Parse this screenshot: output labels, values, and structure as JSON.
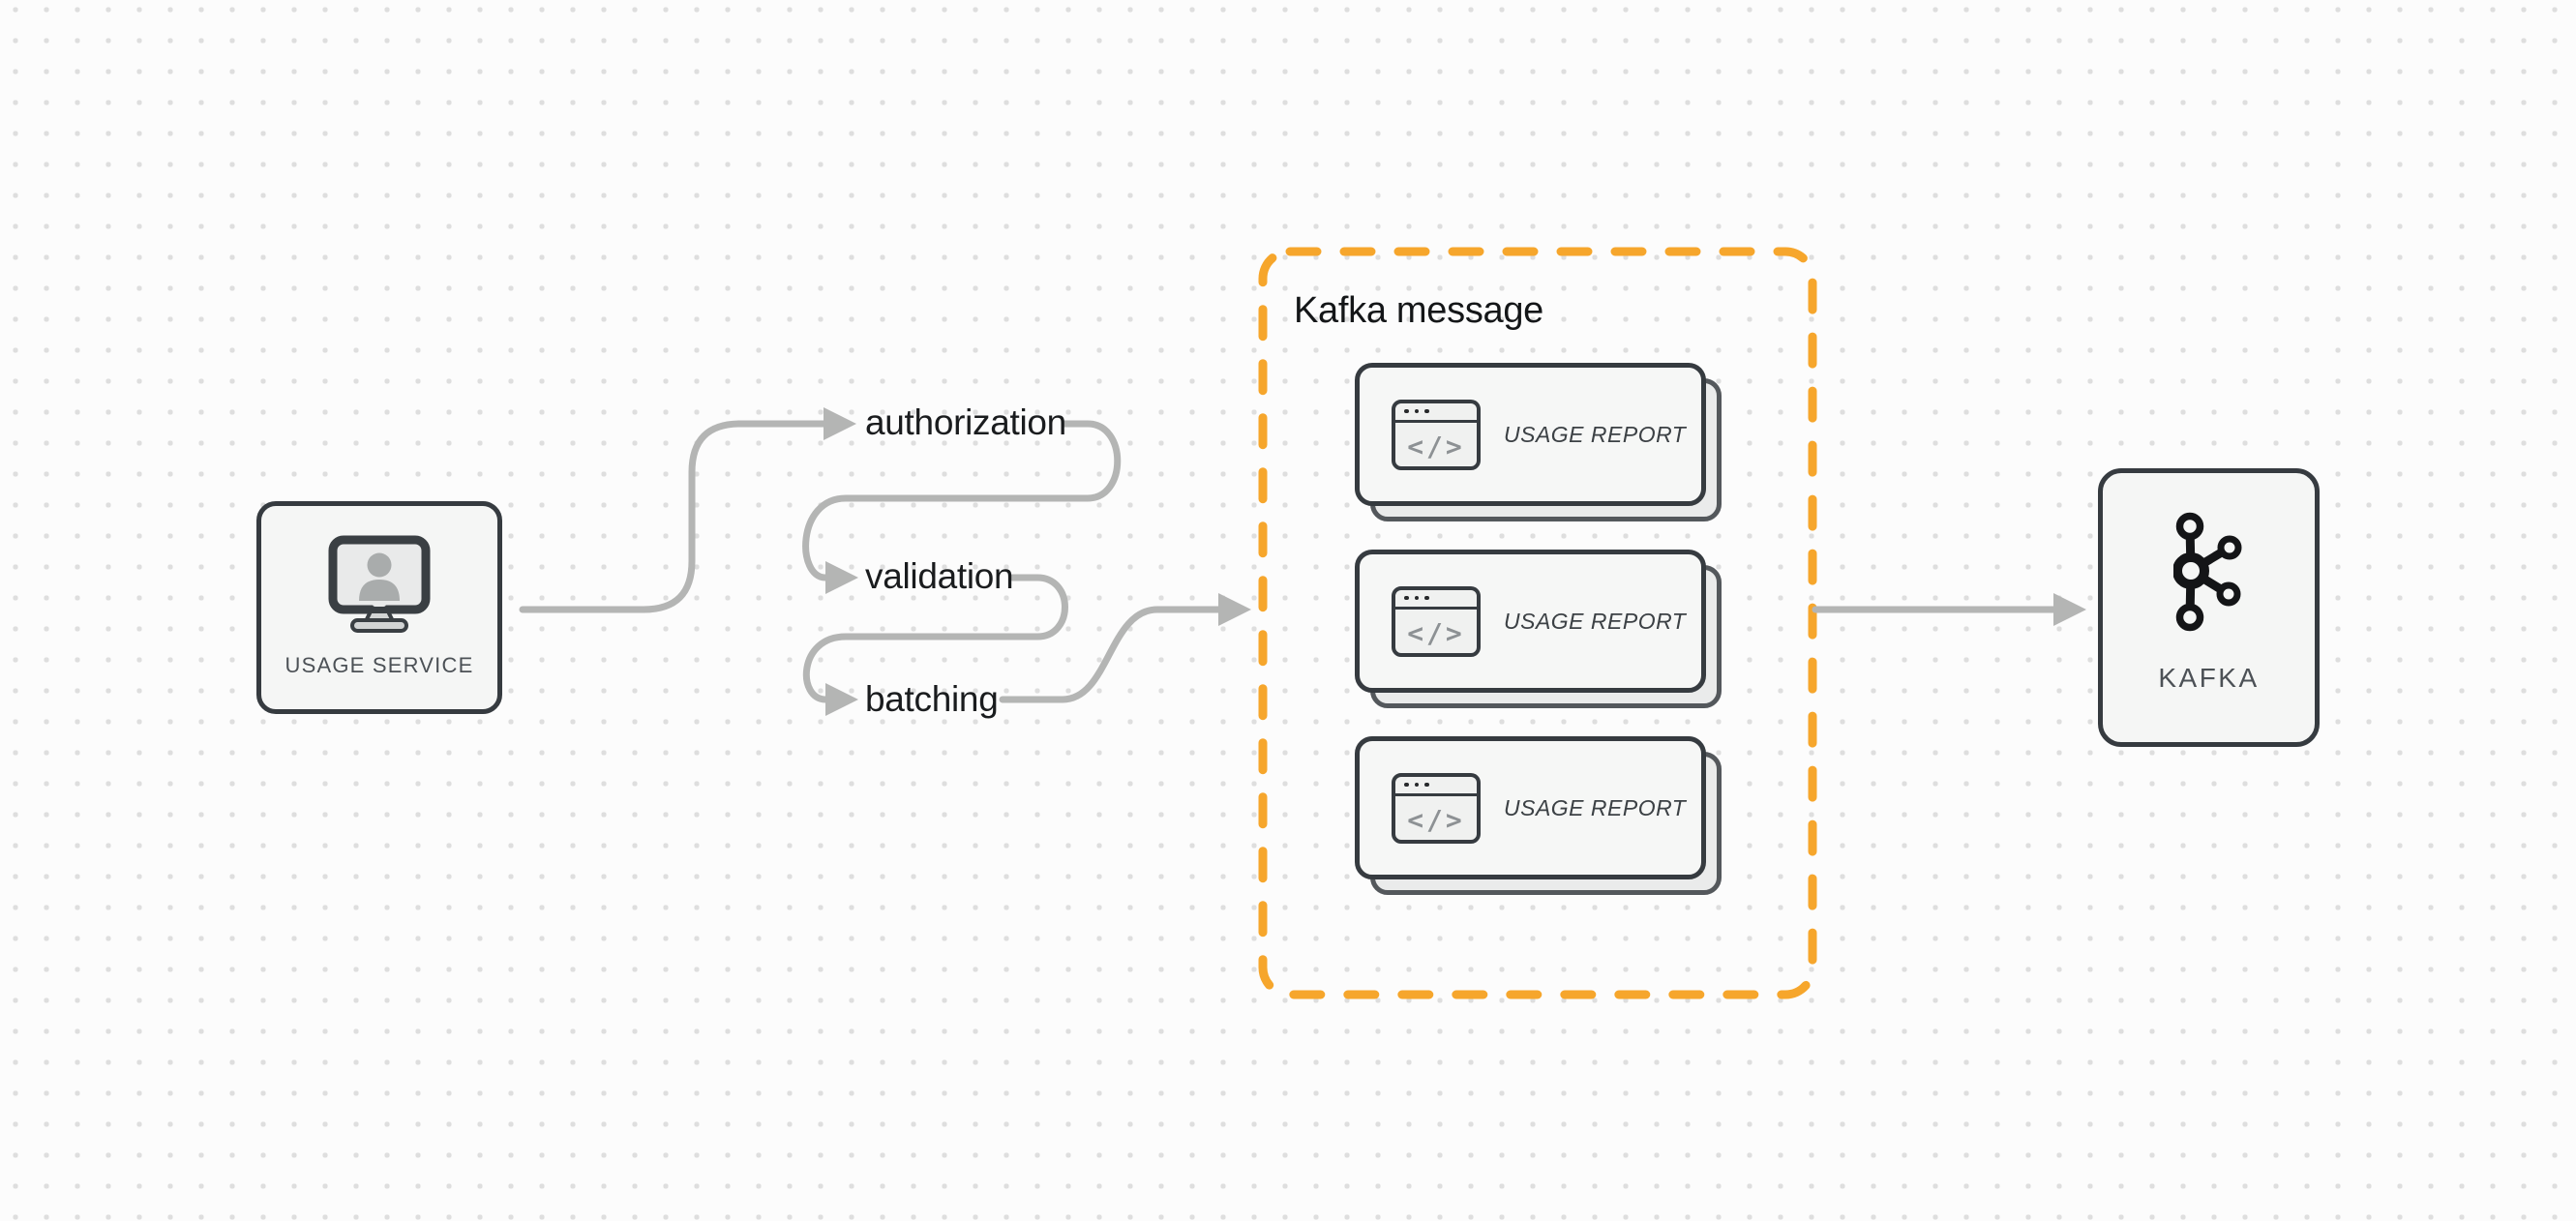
{
  "diagram": {
    "nodes": {
      "usage_service": {
        "label": "USAGE SERVICE",
        "icon": "monitor-user-icon"
      },
      "kafka": {
        "label": "KAFKA",
        "icon": "kafka-logo-icon"
      }
    },
    "steps": [
      {
        "label": "authorization"
      },
      {
        "label": "validation"
      },
      {
        "label": "batching"
      }
    ],
    "kafka_message_group": {
      "title": "Kafka message",
      "cards": [
        {
          "label": "USAGE REPORT",
          "icon": "code-window-icon",
          "icon_glyph": "</>"
        },
        {
          "label": "USAGE REPORT",
          "icon": "code-window-icon",
          "icon_glyph": "</>"
        },
        {
          "label": "USAGE REPORT",
          "icon": "code-window-icon",
          "icon_glyph": "</>"
        }
      ]
    },
    "colors": {
      "background": "#fcfcfc",
      "grid_dot": "#dedede",
      "accent_orange": "#f6a62c",
      "arrow_gray": "#b4b5b4",
      "stroke_dark": "#363b40",
      "node_bg": "#f5f6f5",
      "flow_label_text": "#1a1c1e",
      "node_label_text": "#4c5156",
      "card_label_text": "#3c4145"
    }
  }
}
